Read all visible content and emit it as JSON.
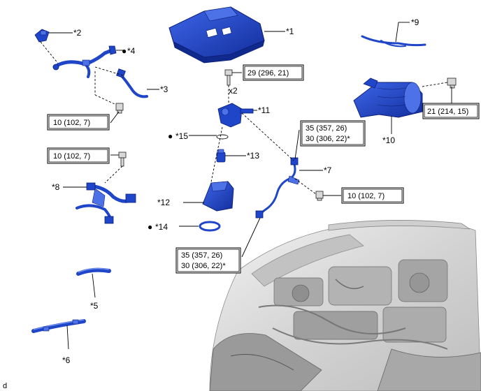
{
  "parts": {
    "p1": "*1",
    "p2": "*2",
    "p3": "*3",
    "p4": "*4",
    "p5": "*5",
    "p6": "*6",
    "p7": "*7",
    "p8": "*8",
    "p9": "*9",
    "p10": "*10",
    "p11": "*11",
    "p12": "*12",
    "p13": "*13",
    "p14": "*14",
    "p15": "*15"
  },
  "torque": {
    "t_bolt_top": "29 (296, 21)",
    "t_left_upper": "10 (102, 7)",
    "t_left_mid": "10 (102, 7)",
    "t_right_bolt": "21 (214, 15)",
    "t_right_mid": "10 (102, 7)",
    "t_upper_pipe_l1": "35 (357, 26)",
    "t_upper_pipe_l2": "30 (306, 22)*",
    "t_lower_pipe_l1": "35 (357, 26)",
    "t_lower_pipe_l2": "30 (306, 22)*"
  },
  "quantity": "x2",
  "markers": {
    "bullet": "●"
  },
  "corner_code": "d",
  "colors": {
    "part_blue": "#1f45c8",
    "part_dark": "#0b1f78",
    "engine_gray": "#b8b8b8"
  }
}
